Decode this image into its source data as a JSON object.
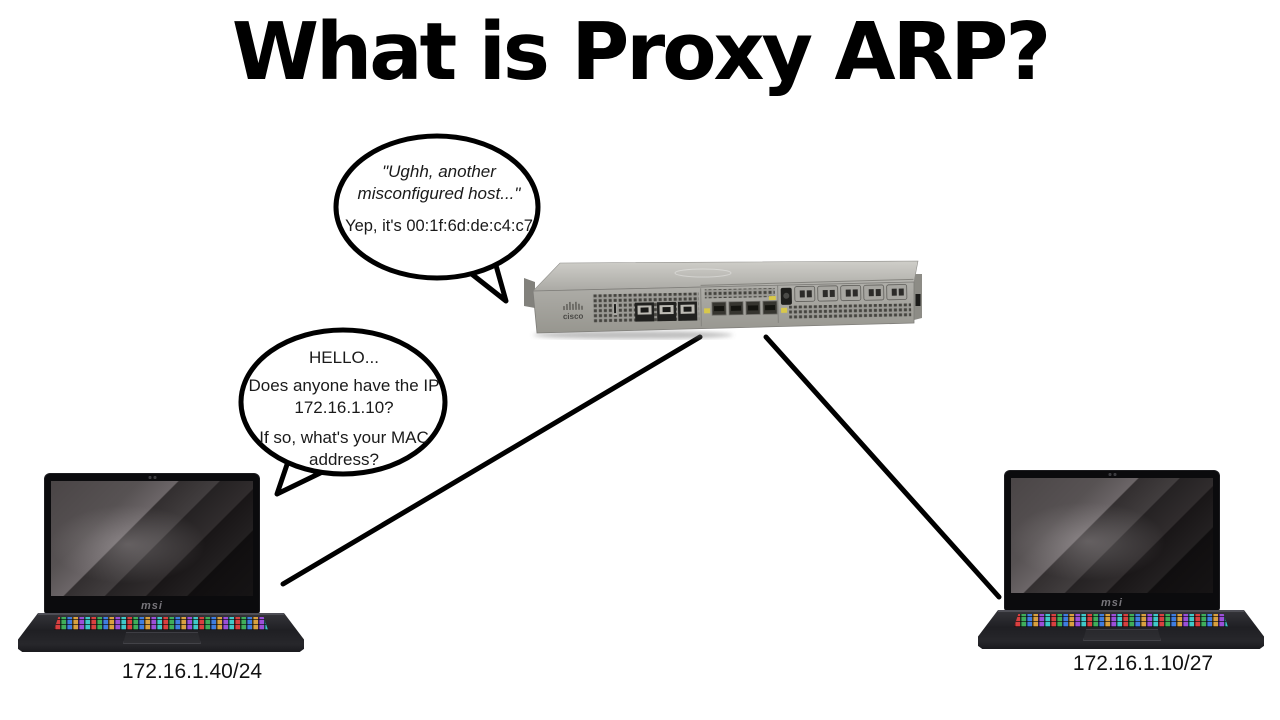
{
  "title": "What is Proxy ARP?",
  "router_bubble": {
    "quote": "\"Ughh, another misconfigured host...\"",
    "answer": "Yep, it's 00:1f:6d:de:c4:c7"
  },
  "host_bubble": {
    "greeting": "HELLO...",
    "question": "Does anyone have the IP 172.16.1.10?",
    "followup": "If so, what's your MAC address?"
  },
  "router": {
    "brand": "cisco"
  },
  "laptops": {
    "left": {
      "brand": "msi",
      "ip_label": "172.16.1.40/24"
    },
    "right": {
      "brand": "msi",
      "ip_label": "172.16.1.10/27"
    }
  },
  "colors": {
    "background": "#ffffff",
    "line": "#000000",
    "bubble_fill": "#ffffff",
    "bubble_stroke": "#000000",
    "router_top": "#c6c5c0",
    "router_front": "#a2a19c",
    "laptop_body": "#232327",
    "port_label_yellow": "#d8c84a"
  }
}
